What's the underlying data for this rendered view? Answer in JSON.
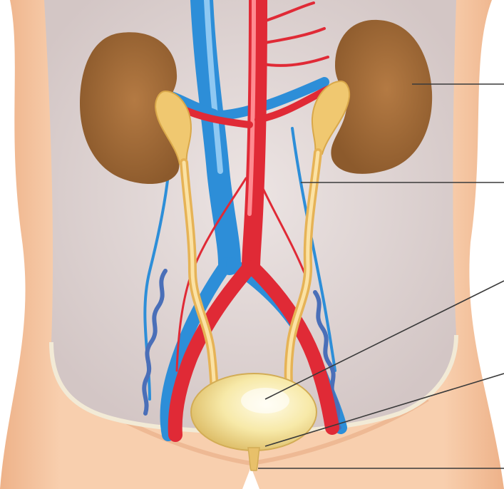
{
  "diagram": {
    "labels": [],
    "structures": [
      {
        "id": "kidney-left",
        "kind": "kidney"
      },
      {
        "id": "kidney-right",
        "kind": "kidney"
      },
      {
        "id": "ureter-left",
        "kind": "ureter"
      },
      {
        "id": "ureter-right",
        "kind": "ureter"
      },
      {
        "id": "bladder",
        "kind": "urinary-bladder"
      },
      {
        "id": "urethra",
        "kind": "urethra"
      },
      {
        "id": "aorta",
        "kind": "artery"
      },
      {
        "id": "vena-cava",
        "kind": "vein"
      }
    ],
    "leader_lines": 5,
    "colors": {
      "background": "#ffffff",
      "skin": "#f5c29a",
      "skin_dark": "#e7a77a",
      "cavity": "#dcd0cf",
      "kidney": "#a26a36",
      "ureter": "#f0c870",
      "bladder": "#f6e7a2",
      "artery": "#e02a36",
      "vein": "#2d8ed8",
      "leader": "#3a3a3a"
    }
  }
}
